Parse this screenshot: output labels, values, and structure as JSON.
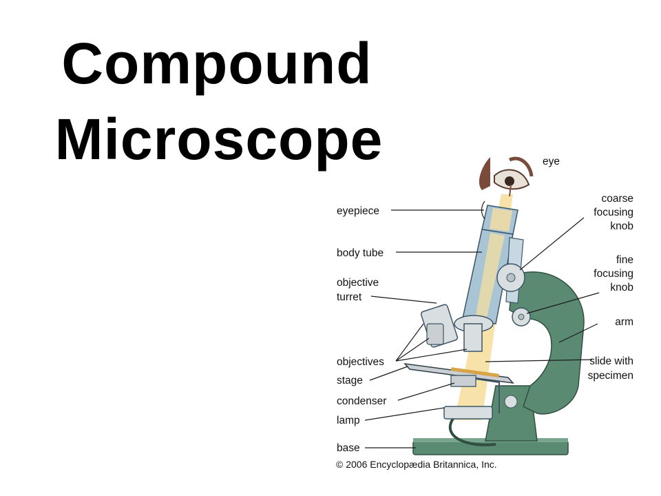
{
  "title": {
    "line1": "Compound",
    "line2": "Microscope"
  },
  "diagram": {
    "labels": {
      "eye": "eye",
      "coarse_1": "coarse",
      "coarse_2": "focusing",
      "coarse_3": "knob",
      "fine_1": "fine",
      "fine_2": "focusing",
      "fine_3": "knob",
      "arm": "arm",
      "slide_1": "slide with",
      "slide_2": "specimen",
      "eyepiece": "eyepiece",
      "body_tube": "body tube",
      "turret_1": "objective",
      "turret_2": "turret",
      "objectives": "objectives",
      "stage": "stage",
      "condenser": "condenser",
      "lamp": "lamp",
      "base": "base"
    },
    "copyright": "© 2006 Encyclopædia Britannica, Inc.",
    "colors": {
      "body_green": "#5b8a72",
      "tube_blue": "#a9c4d4",
      "light_beam": "#f6dfa0",
      "lens_gray": "#d9dee0"
    }
  }
}
